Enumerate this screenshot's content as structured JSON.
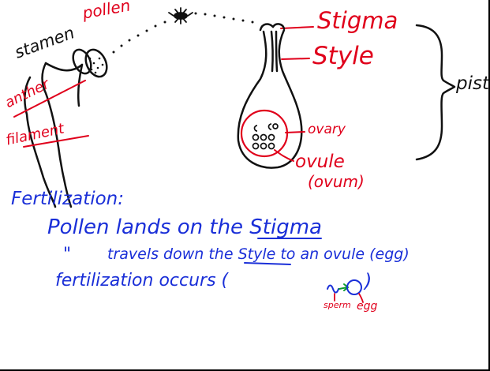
{
  "colors": {
    "ink_black": "#111111",
    "ink_red": "#e0001b",
    "ink_blue": "#1a2fd8",
    "ink_green": "#0a9a2a"
  },
  "diagram": {
    "stamen_label": "stamen",
    "pollen_label": "pollen",
    "anther_label": "anther",
    "filament_label": "filament",
    "stigma_label": "Stigma",
    "style_label": "Style",
    "pistil_label": "pistil",
    "ovary_label": "ovary",
    "ovule_label": "ovule",
    "ovum_label": "(ovum)",
    "insect_icon": "insect-icon"
  },
  "notes": {
    "heading": "Fertilization:",
    "line1": "Pollen lands on the Stigma",
    "line2_ditto": "\"",
    "line2": "travels down the Style to an ovule (egg)",
    "line3": "fertilization occurs (",
    "line3_close": ")",
    "sperm_label": "sperm",
    "egg_label": "egg"
  }
}
